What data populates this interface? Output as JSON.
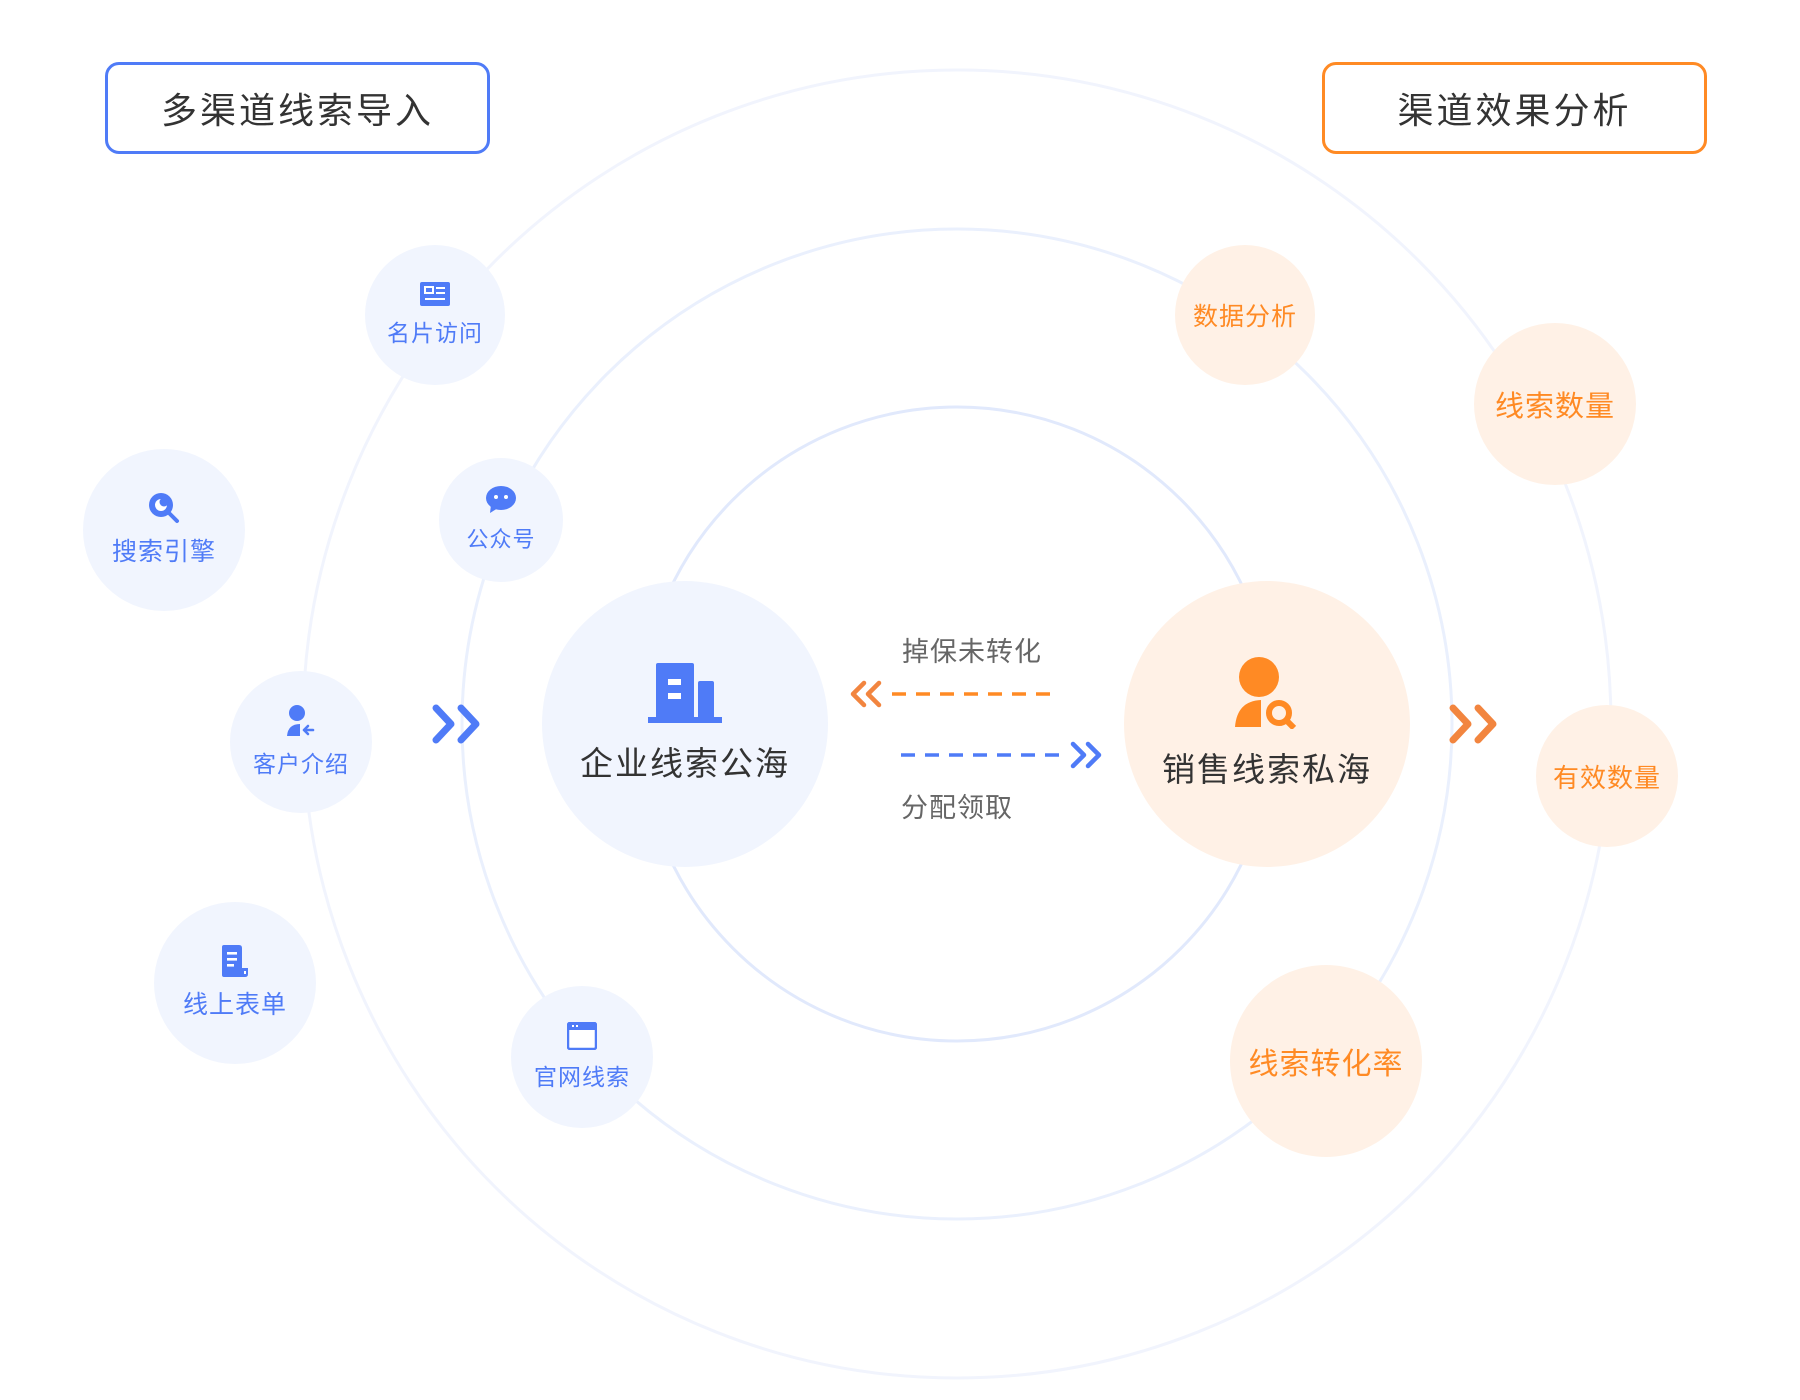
{
  "headers": {
    "left": "多渠道线索导入",
    "right": "渠道效果分析"
  },
  "colors": {
    "blue": "#4f7bf7",
    "orange": "#ff8a24",
    "blue_bg": "#f1f5fe",
    "orange_bg": "#fff1e6",
    "text_dark": "#333333",
    "text_gray": "#666666",
    "ring": "#e6edfd"
  },
  "sources": [
    {
      "label": "名片访问",
      "icon": "business-card-icon"
    },
    {
      "label": "搜索引擎",
      "icon": "search-icon"
    },
    {
      "label": "公众号",
      "icon": "chat-bubble-icon"
    },
    {
      "label": "客户介绍",
      "icon": "user-referral-icon"
    },
    {
      "label": "线上表单",
      "icon": "document-form-icon"
    },
    {
      "label": "官网线索",
      "icon": "browser-window-icon"
    }
  ],
  "center": {
    "public_pool": {
      "label": "企业线索公海",
      "icon": "building-icon"
    },
    "private_pool": {
      "label": "销售线索私海",
      "icon": "user-search-icon"
    },
    "flow_back": {
      "label": "掉保未转化",
      "direction": "private-to-public"
    },
    "flow_forward": {
      "label": "分配领取",
      "direction": "public-to-private"
    }
  },
  "metrics": [
    {
      "label": "数据分析"
    },
    {
      "label": "线索数量"
    },
    {
      "label": "有效数量"
    },
    {
      "label": "线索转化率"
    }
  ]
}
